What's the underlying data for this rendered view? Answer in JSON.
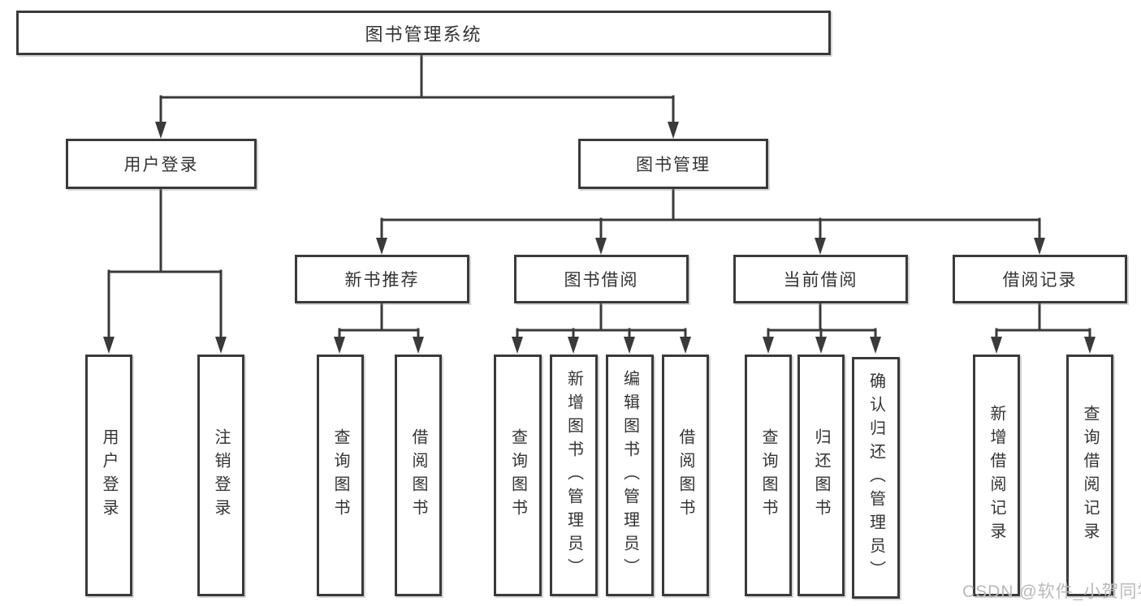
{
  "diagram": {
    "root": "图书管理系统",
    "level2": {
      "user_login": "用户登录",
      "book_mgmt": "图书管理"
    },
    "level3": {
      "new_books": "新书推荐",
      "borrow": "图书借阅",
      "current": "当前借阅",
      "records": "借阅记录"
    },
    "leaves": {
      "user_login": "用户登录",
      "logout": "注销登录",
      "nb_query": "查询图书",
      "nb_borrow": "借阅图书",
      "bw_query": "查询图书",
      "bw_add": "新增图书（管理员）",
      "bw_edit": "编辑图书（管理员）",
      "bw_borrow": "借阅图书",
      "cur_query": "查询图书",
      "cur_return": "归还图书",
      "cur_confirm": "确认归还（管理员）",
      "rec_add": "新增借阅记录",
      "rec_query": "查询借阅记录"
    }
  },
  "watermark": "CSDN @软件_小贺同学",
  "colors": {
    "line": "#3a3a3c",
    "text": "#333333",
    "watermark_text": "#b9b9b9",
    "background": "#ffffff"
  }
}
